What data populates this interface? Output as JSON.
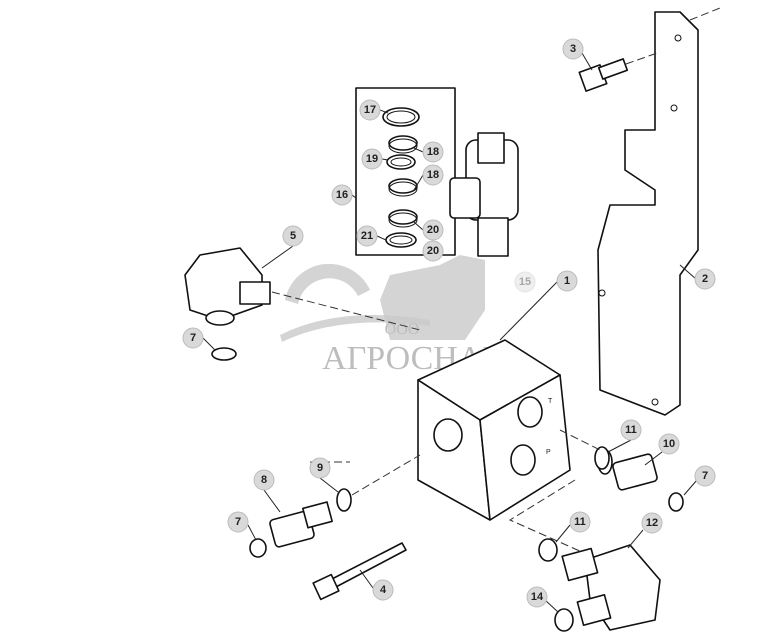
{
  "diagram": {
    "type": "exploded-parts-view",
    "callouts": [
      {
        "id": "c3",
        "label": "3"
      },
      {
        "id": "c17",
        "label": "17"
      },
      {
        "id": "c18a",
        "label": "18"
      },
      {
        "id": "c19",
        "label": "19"
      },
      {
        "id": "c18b",
        "label": "18"
      },
      {
        "id": "c16",
        "label": "16"
      },
      {
        "id": "c20a",
        "label": "20"
      },
      {
        "id": "c21",
        "label": "21"
      },
      {
        "id": "c20b",
        "label": "20"
      },
      {
        "id": "c5",
        "label": "5"
      },
      {
        "id": "c15",
        "label": "15"
      },
      {
        "id": "c1",
        "label": "1"
      },
      {
        "id": "c2",
        "label": "2"
      },
      {
        "id": "c7a",
        "label": "7"
      },
      {
        "id": "c11a",
        "label": "11"
      },
      {
        "id": "c10",
        "label": "10"
      },
      {
        "id": "c7b",
        "label": "7"
      },
      {
        "id": "c8",
        "label": "8"
      },
      {
        "id": "c9",
        "label": "9"
      },
      {
        "id": "c7c",
        "label": "7"
      },
      {
        "id": "c11b",
        "label": "11"
      },
      {
        "id": "c12",
        "label": "12"
      },
      {
        "id": "c4",
        "label": "4"
      },
      {
        "id": "c14",
        "label": "14"
      }
    ],
    "port_labels": {
      "t": "T",
      "p": "P"
    }
  },
  "watermark": {
    "prefix": "ООО",
    "name": "АГРОСНАБ"
  }
}
